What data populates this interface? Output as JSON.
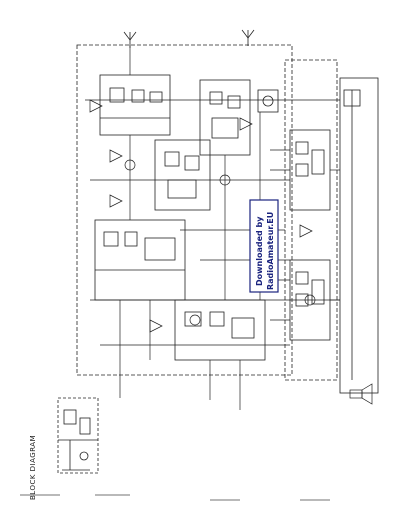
{
  "title": "BLOCK DIAGRAM",
  "stamp": {
    "line1": "Downloaded by",
    "line2": "RadioAmateur.EU"
  },
  "colors": {
    "line": "#222222",
    "stamp": "#1a237e",
    "background": "#ffffff"
  }
}
